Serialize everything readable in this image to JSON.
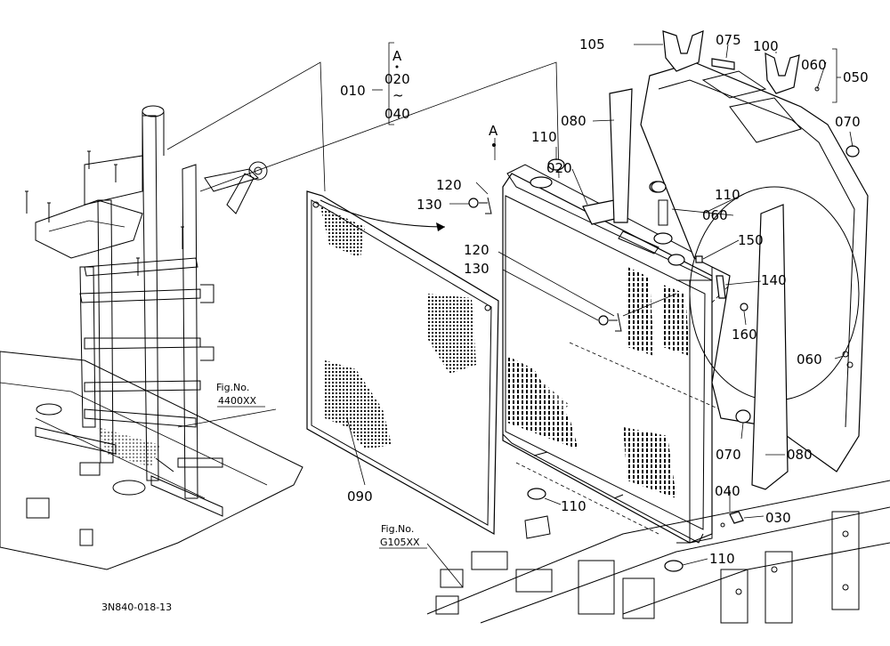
{
  "callouts": {
    "c010": "010",
    "c020": "020",
    "c040_range": "040",
    "c_a_top": "A",
    "c_tilde": "~",
    "c_a_rad": "A",
    "c105": "105",
    "c075": "075",
    "c100": "100",
    "c060_top": "060",
    "c050": "050",
    "c070_top": "070",
    "c080_top": "080",
    "c110_top": "110",
    "c020_cap": "020",
    "c110_right": "110",
    "c060_mid": "060",
    "c120_top": "120",
    "c130_top": "130",
    "c120_mid": "120",
    "c130_mid": "130",
    "c150": "150",
    "c140": "140",
    "c160": "160",
    "c060_low": "060",
    "c070_low": "070",
    "c080_low": "080",
    "c090": "090",
    "c110_bot1": "110",
    "c040": "040",
    "c030": "030",
    "c110_bot2": "110"
  },
  "references": {
    "fig1_label": "Fig.No.",
    "fig1_code": "4400XX",
    "fig2_label": "Fig.No.",
    "fig2_code": "G105XX"
  },
  "drawing_code": "3N840-018-13"
}
